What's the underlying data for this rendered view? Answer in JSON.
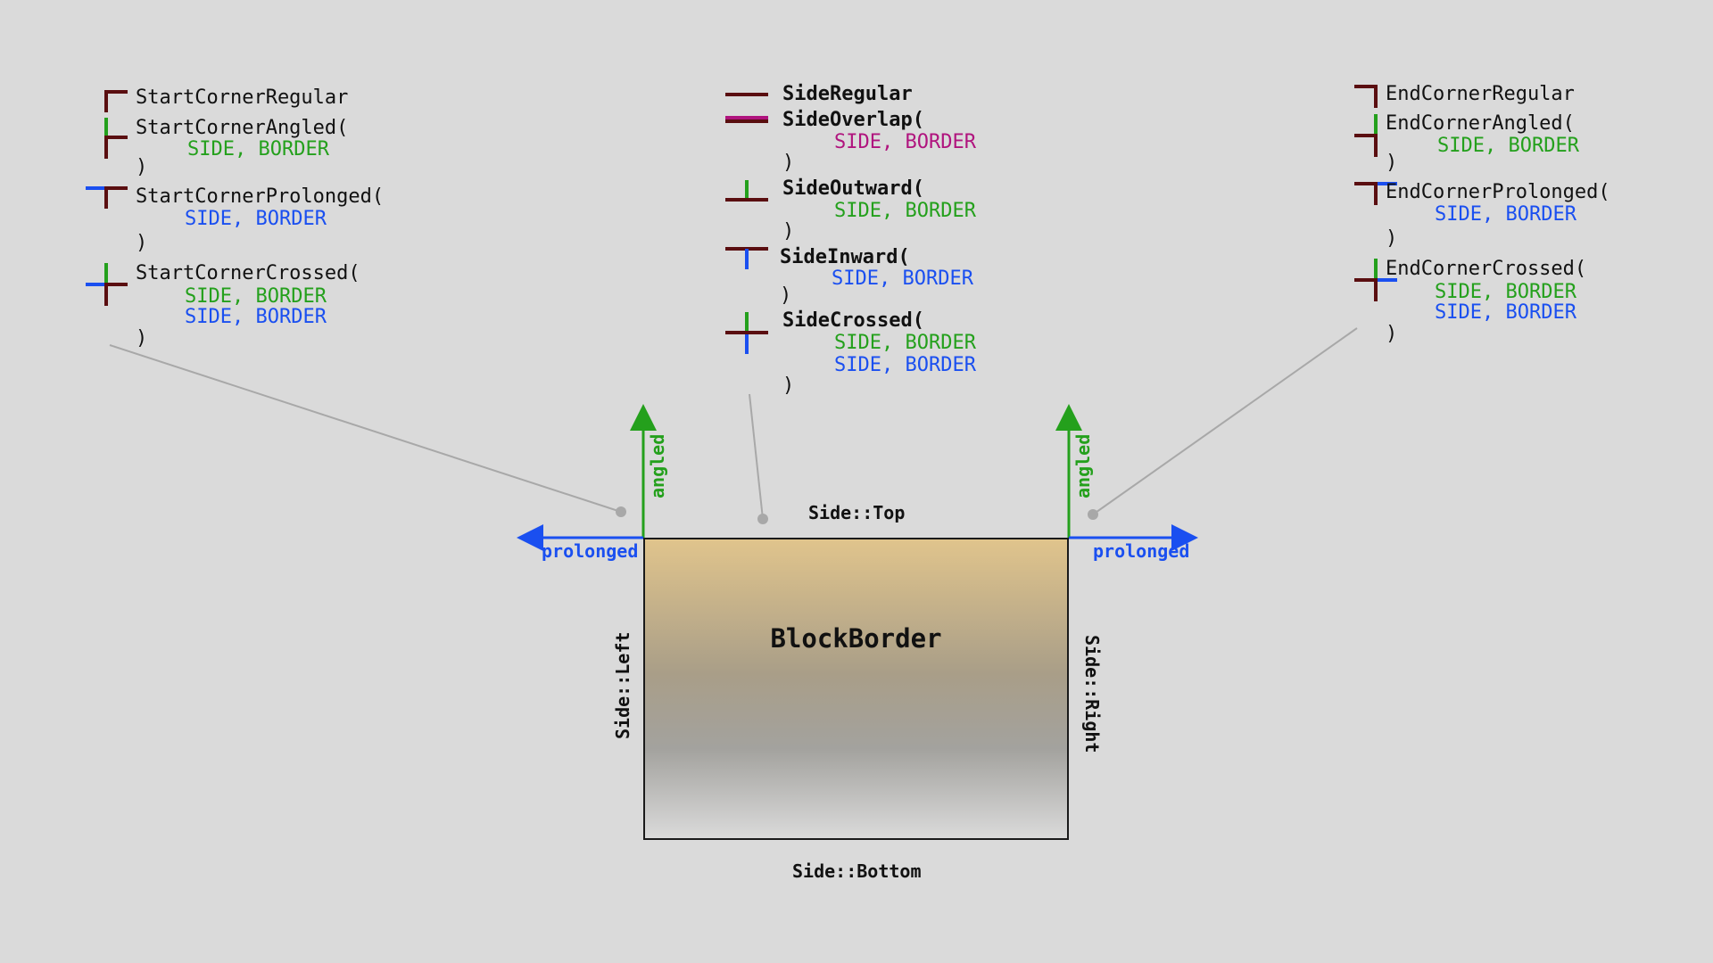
{
  "start": {
    "regular": "StartCornerRegular",
    "angled": "StartCornerAngled(",
    "angled_args": "SIDE, BORDER",
    "prolonged": "StartCornerProlonged(",
    "prolonged_args": "SIDE, BORDER",
    "crossed": "StartCornerCrossed(",
    "crossed_args_1": "SIDE, BORDER",
    "crossed_args_2": "SIDE, BORDER",
    "close": ")"
  },
  "side": {
    "regular": "SideRegular",
    "overlap": "SideOverlap(",
    "overlap_args": "SIDE, BORDER",
    "outward": "SideOutward(",
    "outward_args": "SIDE, BORDER",
    "inward": "SideInward(",
    "inward_args": "SIDE, BORDER",
    "crossed": "SideCrossed(",
    "crossed_args_1": "SIDE, BORDER",
    "crossed_args_2": "SIDE, BORDER",
    "close": ")"
  },
  "end": {
    "regular": "EndCornerRegular",
    "angled": "EndCornerAngled(",
    "angled_args": "SIDE, BORDER",
    "prolonged": "EndCornerProlonged(",
    "prolonged_args": "SIDE, BORDER",
    "crossed": "EndCornerCrossed(",
    "crossed_args_1": "SIDE, BORDER",
    "crossed_args_2": "SIDE, BORDER",
    "close": ")"
  },
  "block": {
    "title": "BlockBorder",
    "side_top": "Side::Top",
    "side_bottom": "Side::Bottom",
    "side_left": "Side::Left",
    "side_right": "Side::Right",
    "angled": "angled",
    "prolonged": "prolonged"
  },
  "colors": {
    "background": "#dadada",
    "border": "#5a0e10",
    "green": "#24a01c",
    "blue": "#1a4ff0",
    "magenta": "#b0147e",
    "pointer": "#a8a8a8"
  }
}
